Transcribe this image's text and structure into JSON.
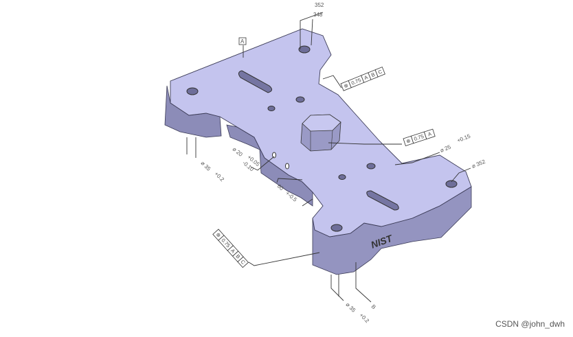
{
  "colors": {
    "top_face": "#c4c4ee",
    "side_face": "#8c8cb8",
    "edge": "#3a3a55"
  },
  "engraving": "NIST",
  "annotations": {
    "top_hole_upper": "352",
    "top_hole_lower": "348",
    "datum_a": "A",
    "fcf_top": [
      "⊗",
      "0.75",
      "A",
      "B",
      "C"
    ],
    "fcf_bolt": [
      "⊗",
      "0.75",
      "A"
    ],
    "dia_25": "⌀ 25",
    "dia_25_tol": "+0.15",
    "dia_352": "⌀ 352",
    "dia_20": "⌀ 20",
    "dia_20_tol_upper": "+0.05",
    "dia_20_tol_lower": "-0.10",
    "dim_60": "60",
    "dim_60_tol": "+-0.5",
    "dia_35_left": "⌀ 35",
    "dia_35_left_tol": "+0.2",
    "fcf_bottom": [
      "⊗",
      "0.75",
      "A",
      "B",
      "C"
    ],
    "dia_35_bottom": "⌀ 35",
    "dia_35_bottom_tol": "+0.2",
    "datum_b": "B"
  },
  "watermark": "CSDN @john_dwh"
}
